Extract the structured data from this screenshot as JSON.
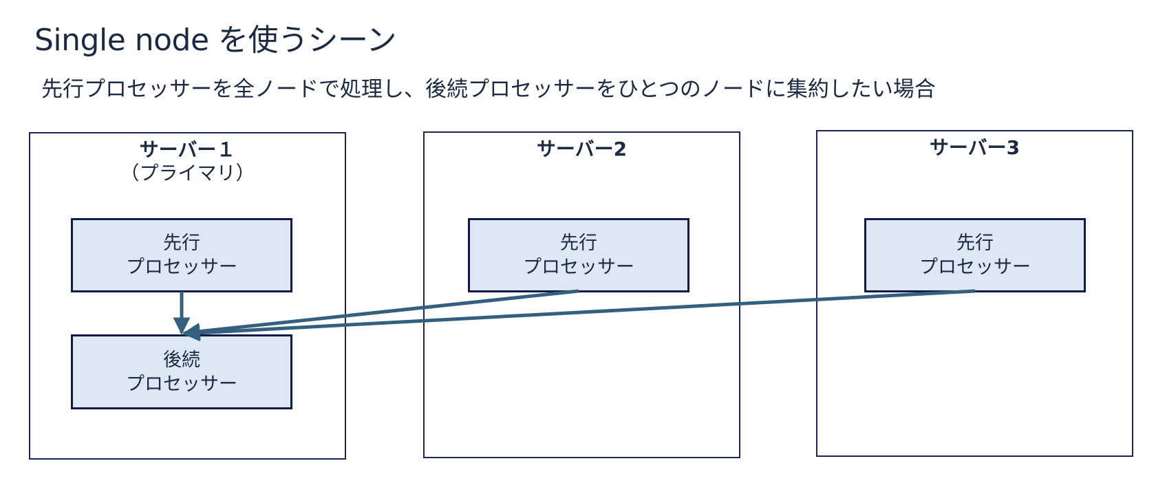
{
  "title": "Single node を使うシーン",
  "subtitle": "先行プロセッサーを全ノードで処理し、後続プロセッサーをひとつのノードに集約したい場合",
  "servers": [
    {
      "name": "サーバー１",
      "role": "（プライマリ）",
      "processors": [
        {
          "line1": "先行",
          "line2": "プロセッサー"
        },
        {
          "line1": "後続",
          "line2": "プロセッサー"
        }
      ]
    },
    {
      "name": "サーバー2",
      "processors": [
        {
          "line1": "先行",
          "line2": "プロセッサー"
        }
      ]
    },
    {
      "name": "サーバー3",
      "processors": [
        {
          "line1": "先行",
          "line2": "プロセッサー"
        }
      ]
    }
  ],
  "colors": {
    "text": "#1b2a44",
    "server_border": "#1a2456",
    "processor_fill": "#dee7f4",
    "processor_border": "#0f1a4a",
    "arrow": "#34607f"
  }
}
